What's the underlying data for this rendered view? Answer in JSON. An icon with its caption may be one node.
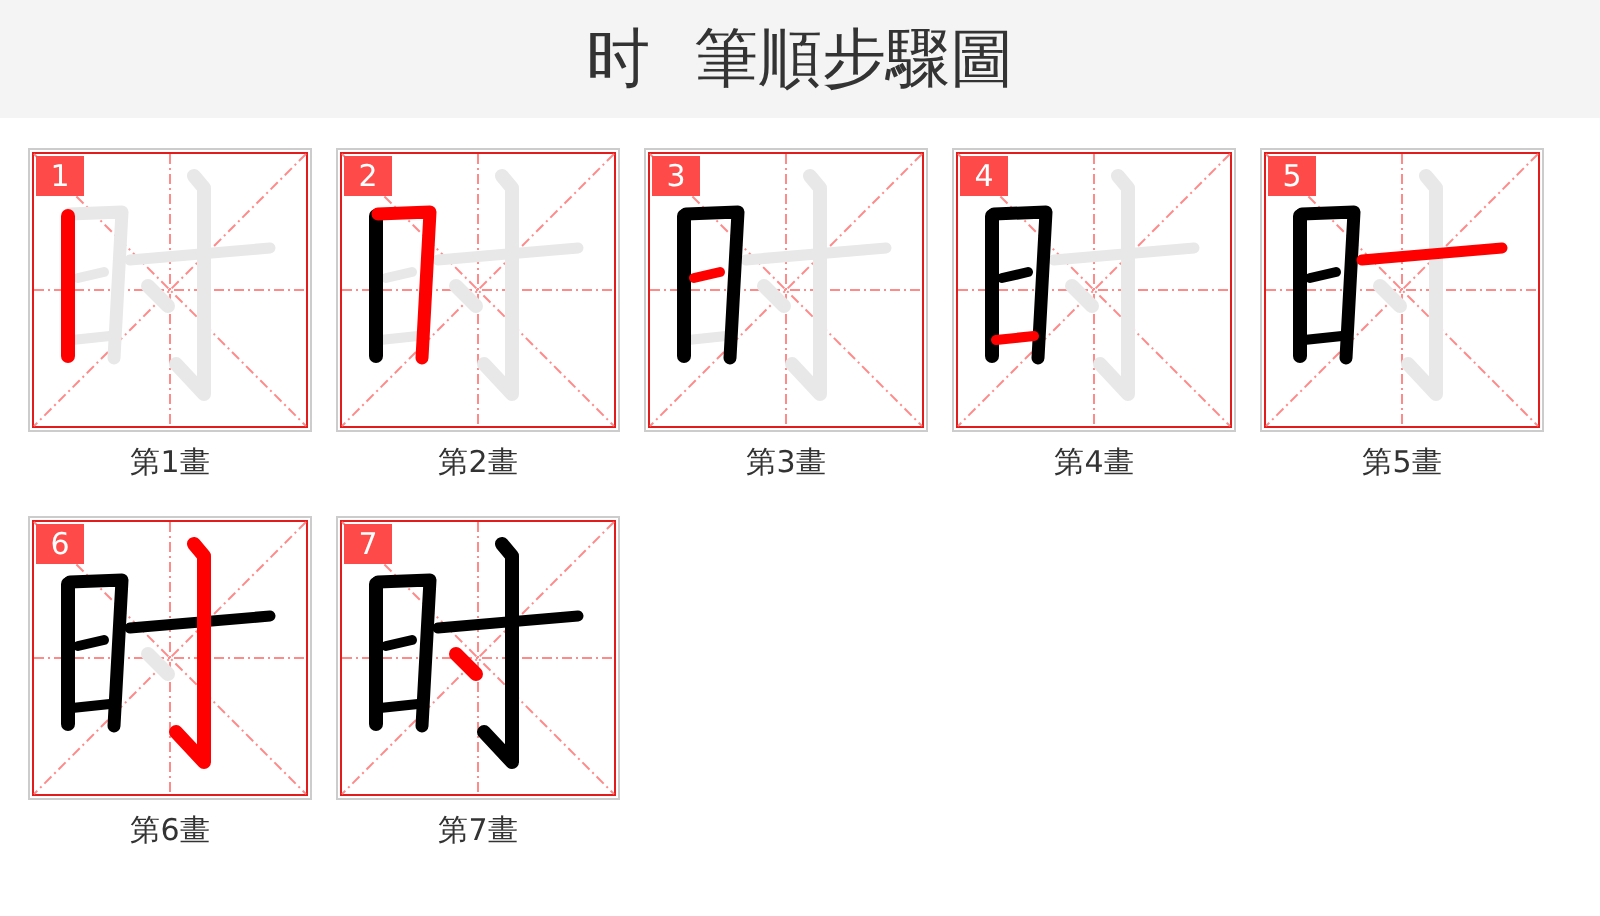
{
  "diagram": {
    "title": "时 筆順步驟圖",
    "nodes": [
      {
        "text": [
          "1"
        ],
        "beside": [
          "第1畫"
        ]
      },
      {
        "text": [
          "2"
        ],
        "beside": [
          "第2畫"
        ]
      },
      {
        "text": [
          "3"
        ],
        "beside": [
          "第3畫"
        ]
      },
      {
        "text": [
          "4"
        ],
        "beside": [
          "第4畫"
        ]
      },
      {
        "text": [
          "5"
        ],
        "beside": [
          "第5畫"
        ]
      },
      {
        "text": [
          "6"
        ],
        "beside": [
          "第6畫"
        ]
      },
      {
        "text": [
          "7"
        ],
        "beside": [
          "第7畫"
        ]
      }
    ]
  }
}
